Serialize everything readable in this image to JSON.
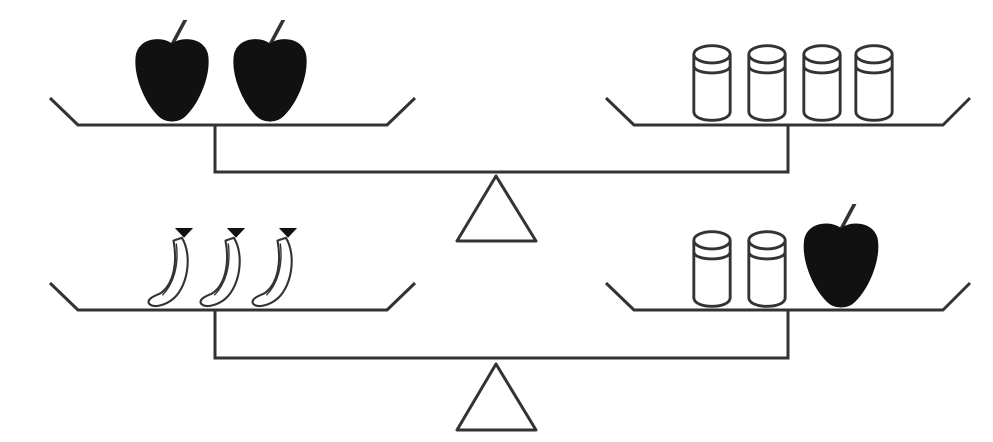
{
  "colors": {
    "line": "#333333",
    "fill_dark": "#111111",
    "fill_light": "#ffffff",
    "background": "#ffffff"
  },
  "balances": [
    {
      "left_pan": {
        "items": [
          {
            "icon": "apple-icon",
            "count": 2
          }
        ]
      },
      "right_pan": {
        "items": [
          {
            "icon": "cylinder-weight-icon",
            "count": 4
          }
        ]
      },
      "state": "balanced"
    },
    {
      "left_pan": {
        "items": [
          {
            "icon": "banana-icon",
            "count": 3
          }
        ]
      },
      "right_pan": {
        "items": [
          {
            "icon": "cylinder-weight-icon",
            "count": 2
          },
          {
            "icon": "apple-icon",
            "count": 1
          }
        ]
      },
      "state": "balanced"
    }
  ]
}
